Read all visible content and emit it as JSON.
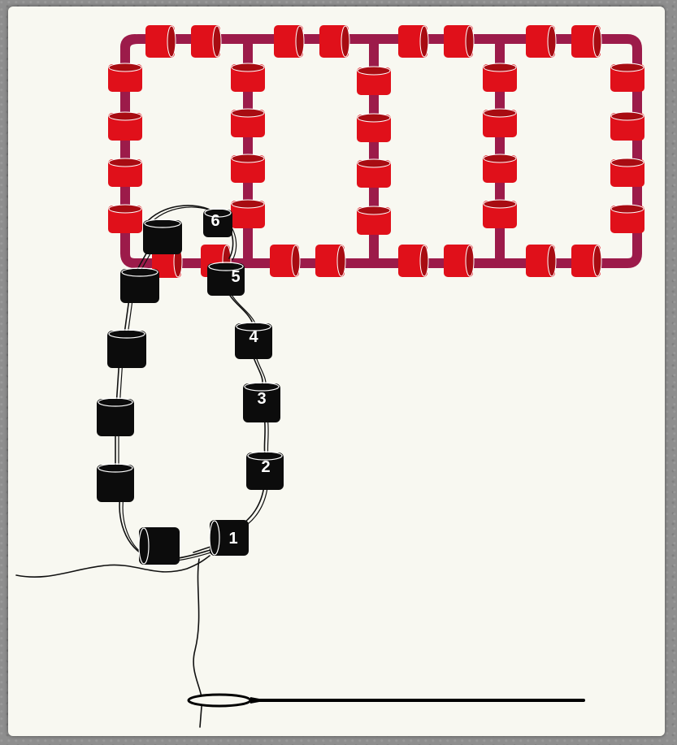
{
  "diagram": {
    "colors": {
      "red_bead": "#e0101a",
      "red_bead_dark": "#a80c12",
      "red_thread": "#9c1b4a",
      "black_bead": "#0c0c0c",
      "thread": "#111111",
      "label": "#ffffff"
    },
    "bead_labels": [
      "1",
      "2",
      "3",
      "4",
      "5",
      "6"
    ],
    "icons": [
      "needle-icon"
    ]
  }
}
